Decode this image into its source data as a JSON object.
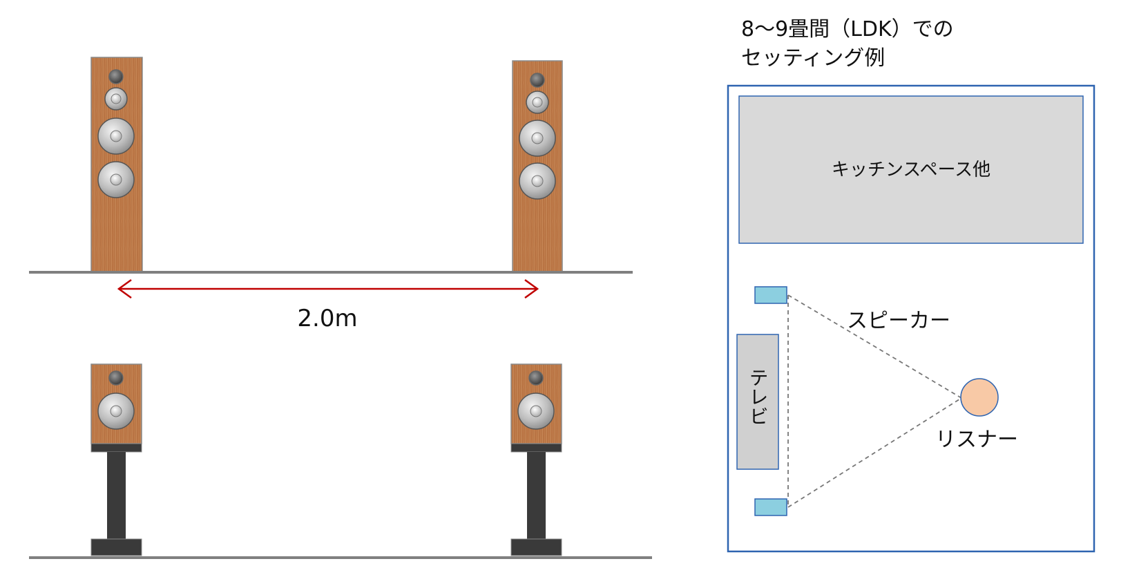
{
  "distance_label": "2.0m",
  "room": {
    "title_line1": "8〜9畳間（LDK）での",
    "title_line2": "セッティング例",
    "kitchen_label": "キッチンスペース他",
    "speaker_label": "スピーカー",
    "tv_label": "テレビ",
    "listener_label": "リスナー"
  },
  "colors": {
    "wood": "#c07a4a",
    "floor": "#808080",
    "arrow": "#c00000",
    "room_border": "#2e64b0",
    "kitchen_fill": "#d9d9d9",
    "speaker_fill": "#8ccfe0",
    "tv_fill": "#d0d0d0",
    "listener_fill": "#f8c9a6",
    "stand": "#3a3a3a"
  }
}
